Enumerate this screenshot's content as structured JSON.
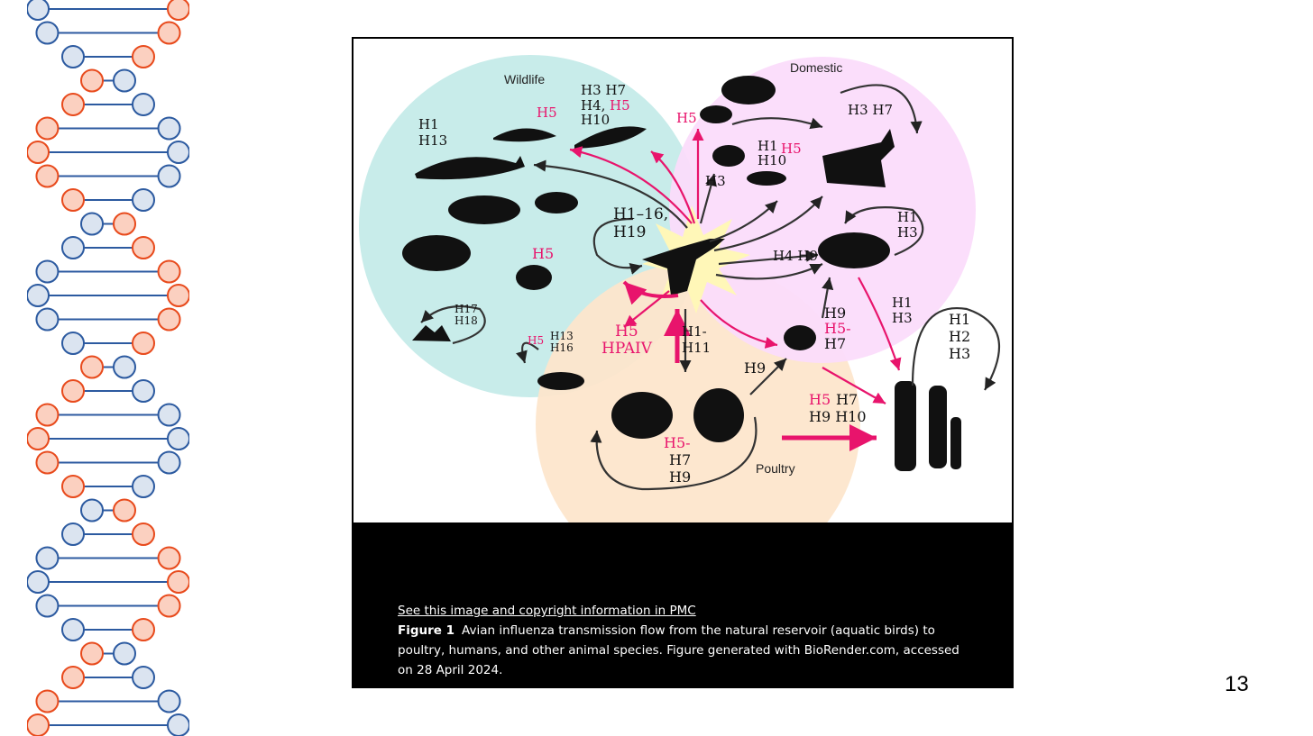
{
  "page_number": "13",
  "figure": {
    "zones": {
      "wildlife": "Wildlife",
      "domestic": "Domestic",
      "poultry": "Poultry"
    },
    "labels": {
      "reservoir": [
        "H1–16,",
        "H19"
      ],
      "whale": [
        "H1",
        "H13"
      ],
      "dolphin": "H5",
      "seal": [
        "H3 H7",
        "H4,",
        "H5",
        "H10"
      ],
      "carnivores": "H5",
      "bat": [
        "H17",
        "H18"
      ],
      "gull_h5": "H5",
      "gull": [
        "H13",
        "H16"
      ],
      "hpaiv": [
        "H5",
        "HPAIV"
      ],
      "to_poultry": [
        "H1-",
        "H11"
      ],
      "cat": "H5",
      "horse": "H3 H7",
      "mink": [
        "H1",
        "H10"
      ],
      "mink_h5": "H5",
      "dog": "H3",
      "pig": [
        "H1",
        "H3"
      ],
      "pig_in": "H4 H9",
      "quail": [
        "H9",
        "H5-",
        "H7"
      ],
      "quail_poultry": "H9",
      "pig_human": [
        "H1",
        "H3"
      ],
      "humans": [
        "H1",
        "H2",
        "H3"
      ],
      "poultry_human_h5": "H5",
      "poultry_human": [
        "H7",
        "H9 H10"
      ],
      "poultry_self": [
        "H5-",
        "H7",
        "H9"
      ]
    },
    "colors": {
      "wildlife": "#c8ecea",
      "domestic": "#fbdcfb",
      "poultry": "#fde6cc",
      "highlight": "#e8146c",
      "burst": "#fff7b8"
    }
  },
  "caption": {
    "link_text": "See this image and copyright information in PMC",
    "figure_label": "Figure 1",
    "text": "Avian influenza transmission flow from the natural reservoir (aquatic birds) to poultry, humans, and other animal species. Figure generated with BioRender.com, accessed on 28 April 2024."
  }
}
